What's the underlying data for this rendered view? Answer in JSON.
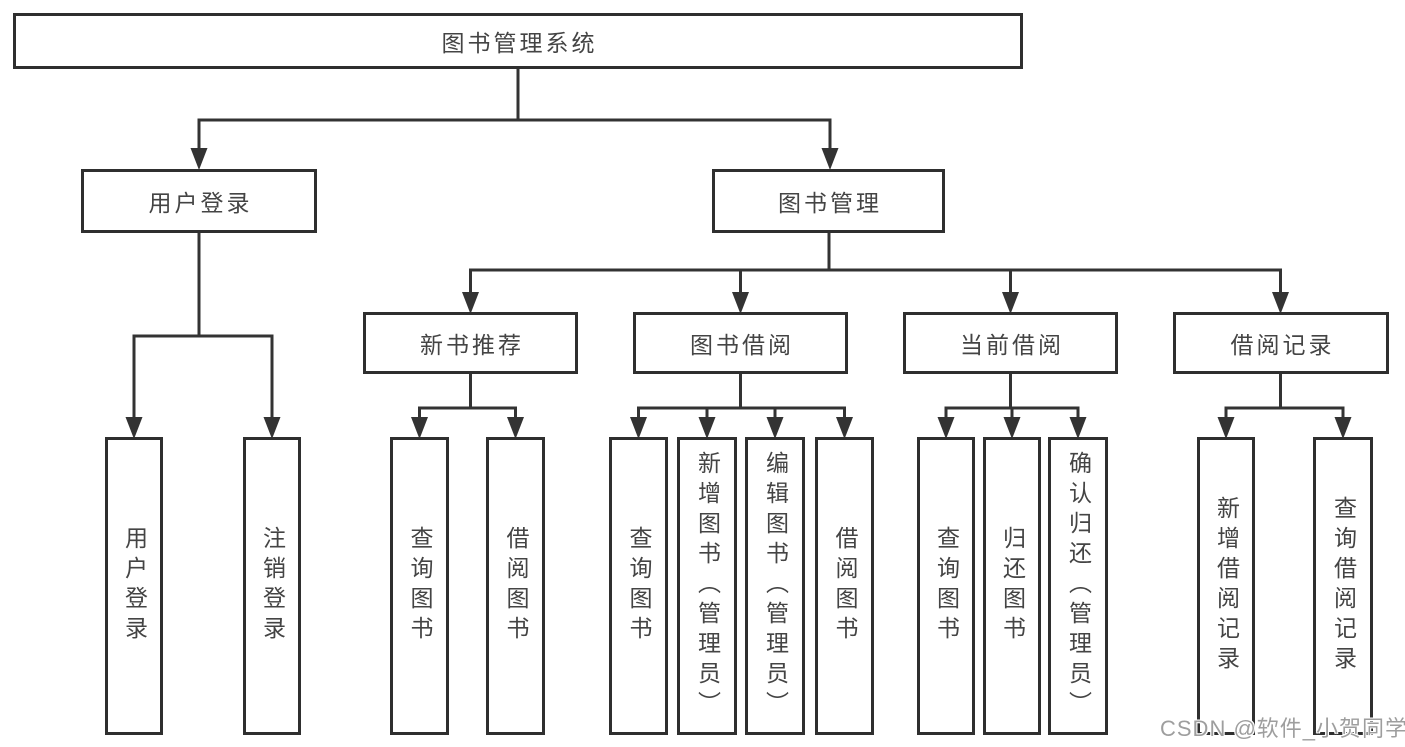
{
  "diagram_type": "hierarchy-tree",
  "watermark": "CSDN @软件_小贺同学",
  "colors": {
    "line": "#333333",
    "box_border": "#2f2f2f",
    "text": "#444444",
    "watermark": "#9e9e9e",
    "background": "#ffffff"
  },
  "tree": {
    "label": "图书管理系统",
    "children": [
      {
        "id": "user-login",
        "label": "用户登录",
        "children": [
          {
            "id": "login",
            "label": "用户登录"
          },
          {
            "id": "logout",
            "label": "注销登录"
          }
        ]
      },
      {
        "id": "book-management",
        "label": "图书管理",
        "children": [
          {
            "id": "new-book-recommend",
            "label": "新书推荐",
            "children": [
              {
                "id": "query-books",
                "label": "查询图书"
              },
              {
                "id": "borrow-books",
                "label": "借阅图书"
              }
            ]
          },
          {
            "id": "book-borrowing",
            "label": "图书借阅",
            "children": [
              {
                "id": "query-books",
                "label": "查询图书"
              },
              {
                "id": "add-books-admin",
                "label": "新增图书（管理员）"
              },
              {
                "id": "edit-books-admin",
                "label": "编辑图书（管理员）"
              },
              {
                "id": "borrow-books",
                "label": "借阅图书"
              }
            ]
          },
          {
            "id": "current-borrowing",
            "label": "当前借阅",
            "children": [
              {
                "id": "query-books",
                "label": "查询图书"
              },
              {
                "id": "return-books",
                "label": "归还图书"
              },
              {
                "id": "confirm-return-admin",
                "label": "确认归还（管理员）"
              }
            ]
          },
          {
            "id": "borrowing-records",
            "label": "借阅记录",
            "children": [
              {
                "id": "add-borrow-record",
                "label": "新增借阅记录"
              },
              {
                "id": "query-borrow-record",
                "label": "查询借阅记录"
              }
            ]
          }
        ]
      }
    ]
  }
}
